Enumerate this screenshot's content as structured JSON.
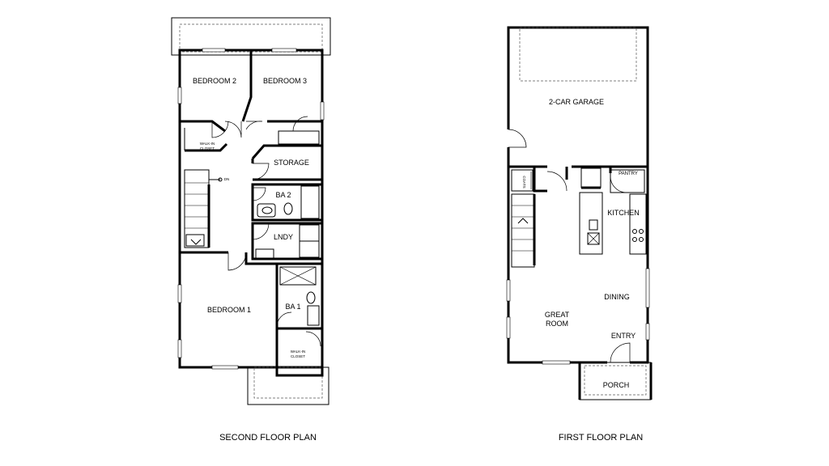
{
  "second_floor": {
    "caption": "SECOND FLOOR PLAN",
    "rooms": {
      "bedroom2": "BEDROOM 2",
      "bedroom3": "BEDROOM 3",
      "walkin_top_1": "WALK-IN",
      "walkin_top_2": "CLOSET",
      "storage": "STORAGE",
      "dn": "DN",
      "ba2": "BA 2",
      "lndy": "LNDY",
      "bedroom1": "BEDROOM 1",
      "ba1": "BA 1",
      "walkin_bot_1": "WALK-IN",
      "walkin_bot_2": "CLOSET"
    }
  },
  "first_floor": {
    "caption": "FIRST FLOOR PLAN",
    "rooms": {
      "garage": "2-CAR GARAGE",
      "coats": "COATS",
      "pantry": "PANTRY",
      "kitchen": "KITCHEN",
      "dining": "DINING",
      "great_1": "GREAT",
      "great_2": "ROOM",
      "entry": "ENTRY",
      "porch": "PORCH"
    }
  }
}
